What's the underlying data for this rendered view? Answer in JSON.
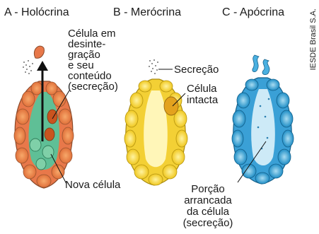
{
  "titles": {
    "a": "A - Holócrina",
    "b": "B - Merócrina",
    "c": "C - Apócrina"
  },
  "credit": "IESDE Brasil S.A.",
  "labels": {
    "holocrine_lines": [
      "Célula em",
      "desinte-",
      "gração",
      "e seu",
      "conteúdo",
      "(secreção)"
    ],
    "new_cell": "Nova célula",
    "secretion": "Secreção",
    "intact_cell_lines": [
      "Célula",
      "intacta"
    ],
    "torn_portion_lines": [
      "Porção",
      "arrancada",
      "da célula",
      "(secreção)"
    ]
  }
}
